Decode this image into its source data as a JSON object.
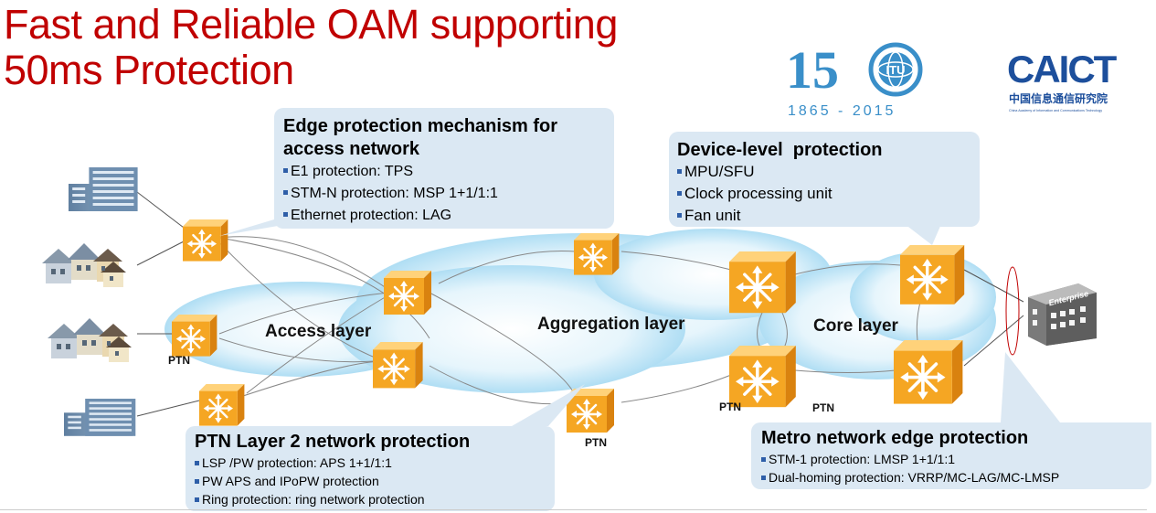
{
  "title": {
    "line1": "Fast and Reliable OAM supporting",
    "line2": "50ms Protection"
  },
  "logos": {
    "itu": {
      "number": "15",
      "emblem_text": "ITU",
      "years": "1865 - 2015"
    },
    "caict": {
      "name": "CAICT",
      "subtitle_cn": "中国信息通信研究院",
      "subtitle_en": "China Academy of Information and Communications Technology"
    }
  },
  "callouts": {
    "edge": {
      "title_line1": "Edge protection mechanism for",
      "title_line2": "access network",
      "items": [
        "E1 protection: TPS",
        "STM-N protection: MSP 1+1/1:1",
        "Ethernet protection: LAG"
      ]
    },
    "device": {
      "title": "Device-level  protection",
      "items": [
        "MPU/SFU",
        "Clock processing unit",
        "Fan unit"
      ]
    },
    "ptn_l2": {
      "title": "PTN Layer 2 network protection",
      "items": [
        "LSP /PW protection: APS 1+1/1:1",
        "PW APS and IPoPW protection",
        "Ring protection: ring network protection"
      ]
    },
    "metro": {
      "title": "Metro network edge protection",
      "items": [
        "STM-1 protection: LMSP 1+1/1:1",
        "Dual-homing protection: VRRP/MC-LAG/MC-LMSP"
      ]
    }
  },
  "layers": {
    "access": "Access layer",
    "aggregation": "Aggregation layer",
    "core": "Core layer"
  },
  "ptn_label": "PTN",
  "enterprise_label": "Enterprise",
  "colors": {
    "title": "#c00000",
    "callout_bg": "#dbe8f3",
    "cloud": "#bfe3f5",
    "router": "#f5a623",
    "bullet": "#2e5ea8"
  }
}
